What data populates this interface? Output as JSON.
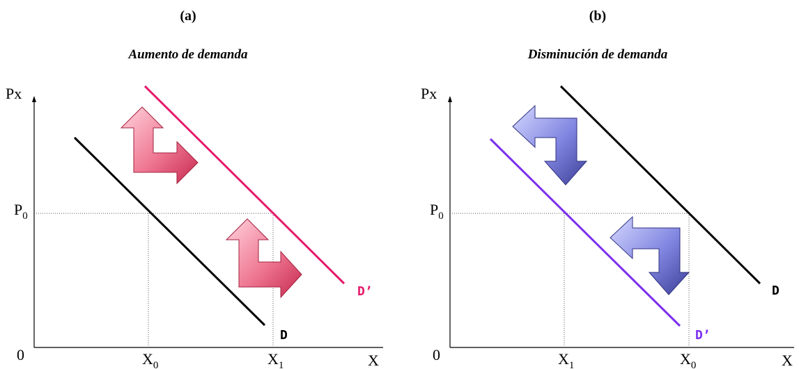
{
  "panels": [
    {
      "tag": "(a)",
      "title": "Aumento de demanda",
      "y_axis_label": "Px",
      "x_axis_label": "X",
      "origin_label": "0",
      "price_label": {
        "base": "P",
        "sub": "0"
      },
      "x_left_label": {
        "base": "X",
        "sub": "0"
      },
      "x_right_label": {
        "base": "X",
        "sub": "1"
      },
      "original_curve_label": "D",
      "new_curve_label": "D’",
      "original_curve_color": "#000000",
      "new_curve_color": "#e6196b",
      "arrow_color": "#e8506f",
      "arrow_direction": "up-right"
    },
    {
      "tag": "(b)",
      "title": "Disminución de demanda",
      "y_axis_label": "Px",
      "x_axis_label": "X",
      "origin_label": "0",
      "price_label": {
        "base": "P",
        "sub": "0"
      },
      "x_left_label": {
        "base": "X",
        "sub": "1"
      },
      "x_right_label": {
        "base": "X",
        "sub": "0"
      },
      "original_curve_label": "D",
      "new_curve_label": "D’",
      "original_curve_color": "#000000",
      "new_curve_color": "#7b2ff0",
      "arrow_color": "#6f74d8",
      "arrow_direction": "left-down"
    }
  ]
}
